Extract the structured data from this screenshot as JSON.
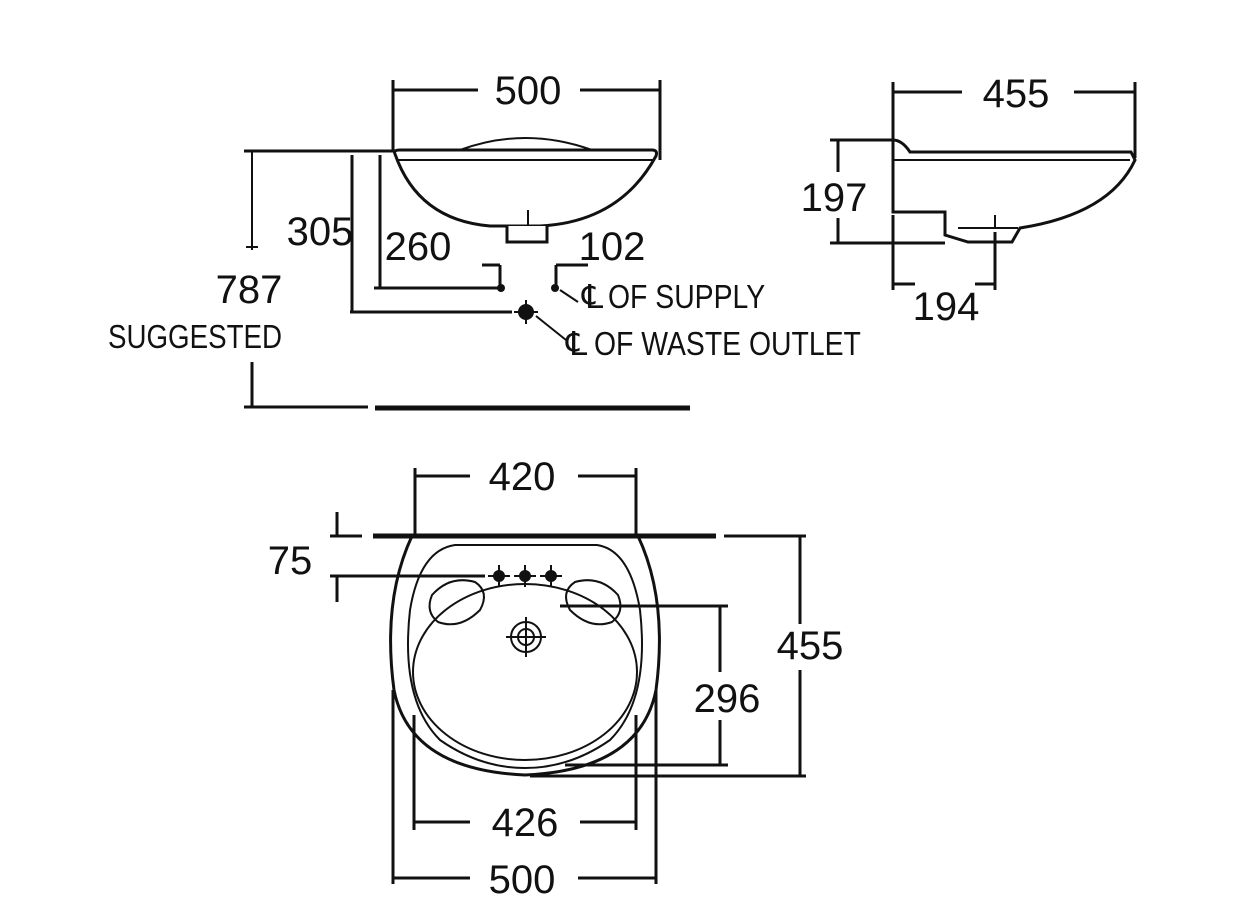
{
  "top_view": {
    "width_label": "500",
    "waste_depth_label": "305",
    "supply_offset_label": "260",
    "outlet_offset_label": "102",
    "height_label": "787",
    "height_note": "SUGGESTED",
    "supply_note": "OF SUPPLY",
    "waste_note": "OF WASTE OUTLET",
    "centerline_symbol": "℄"
  },
  "side_view": {
    "depth_label": "455",
    "height_label": "197",
    "outlet_offset_label": "194"
  },
  "plan_view": {
    "back_width_label": "420",
    "tap_offset_label": "75",
    "overall_depth_label": "455",
    "bowl_depth_label": "296",
    "bowl_width_label": "426",
    "overall_width_label": "500"
  }
}
